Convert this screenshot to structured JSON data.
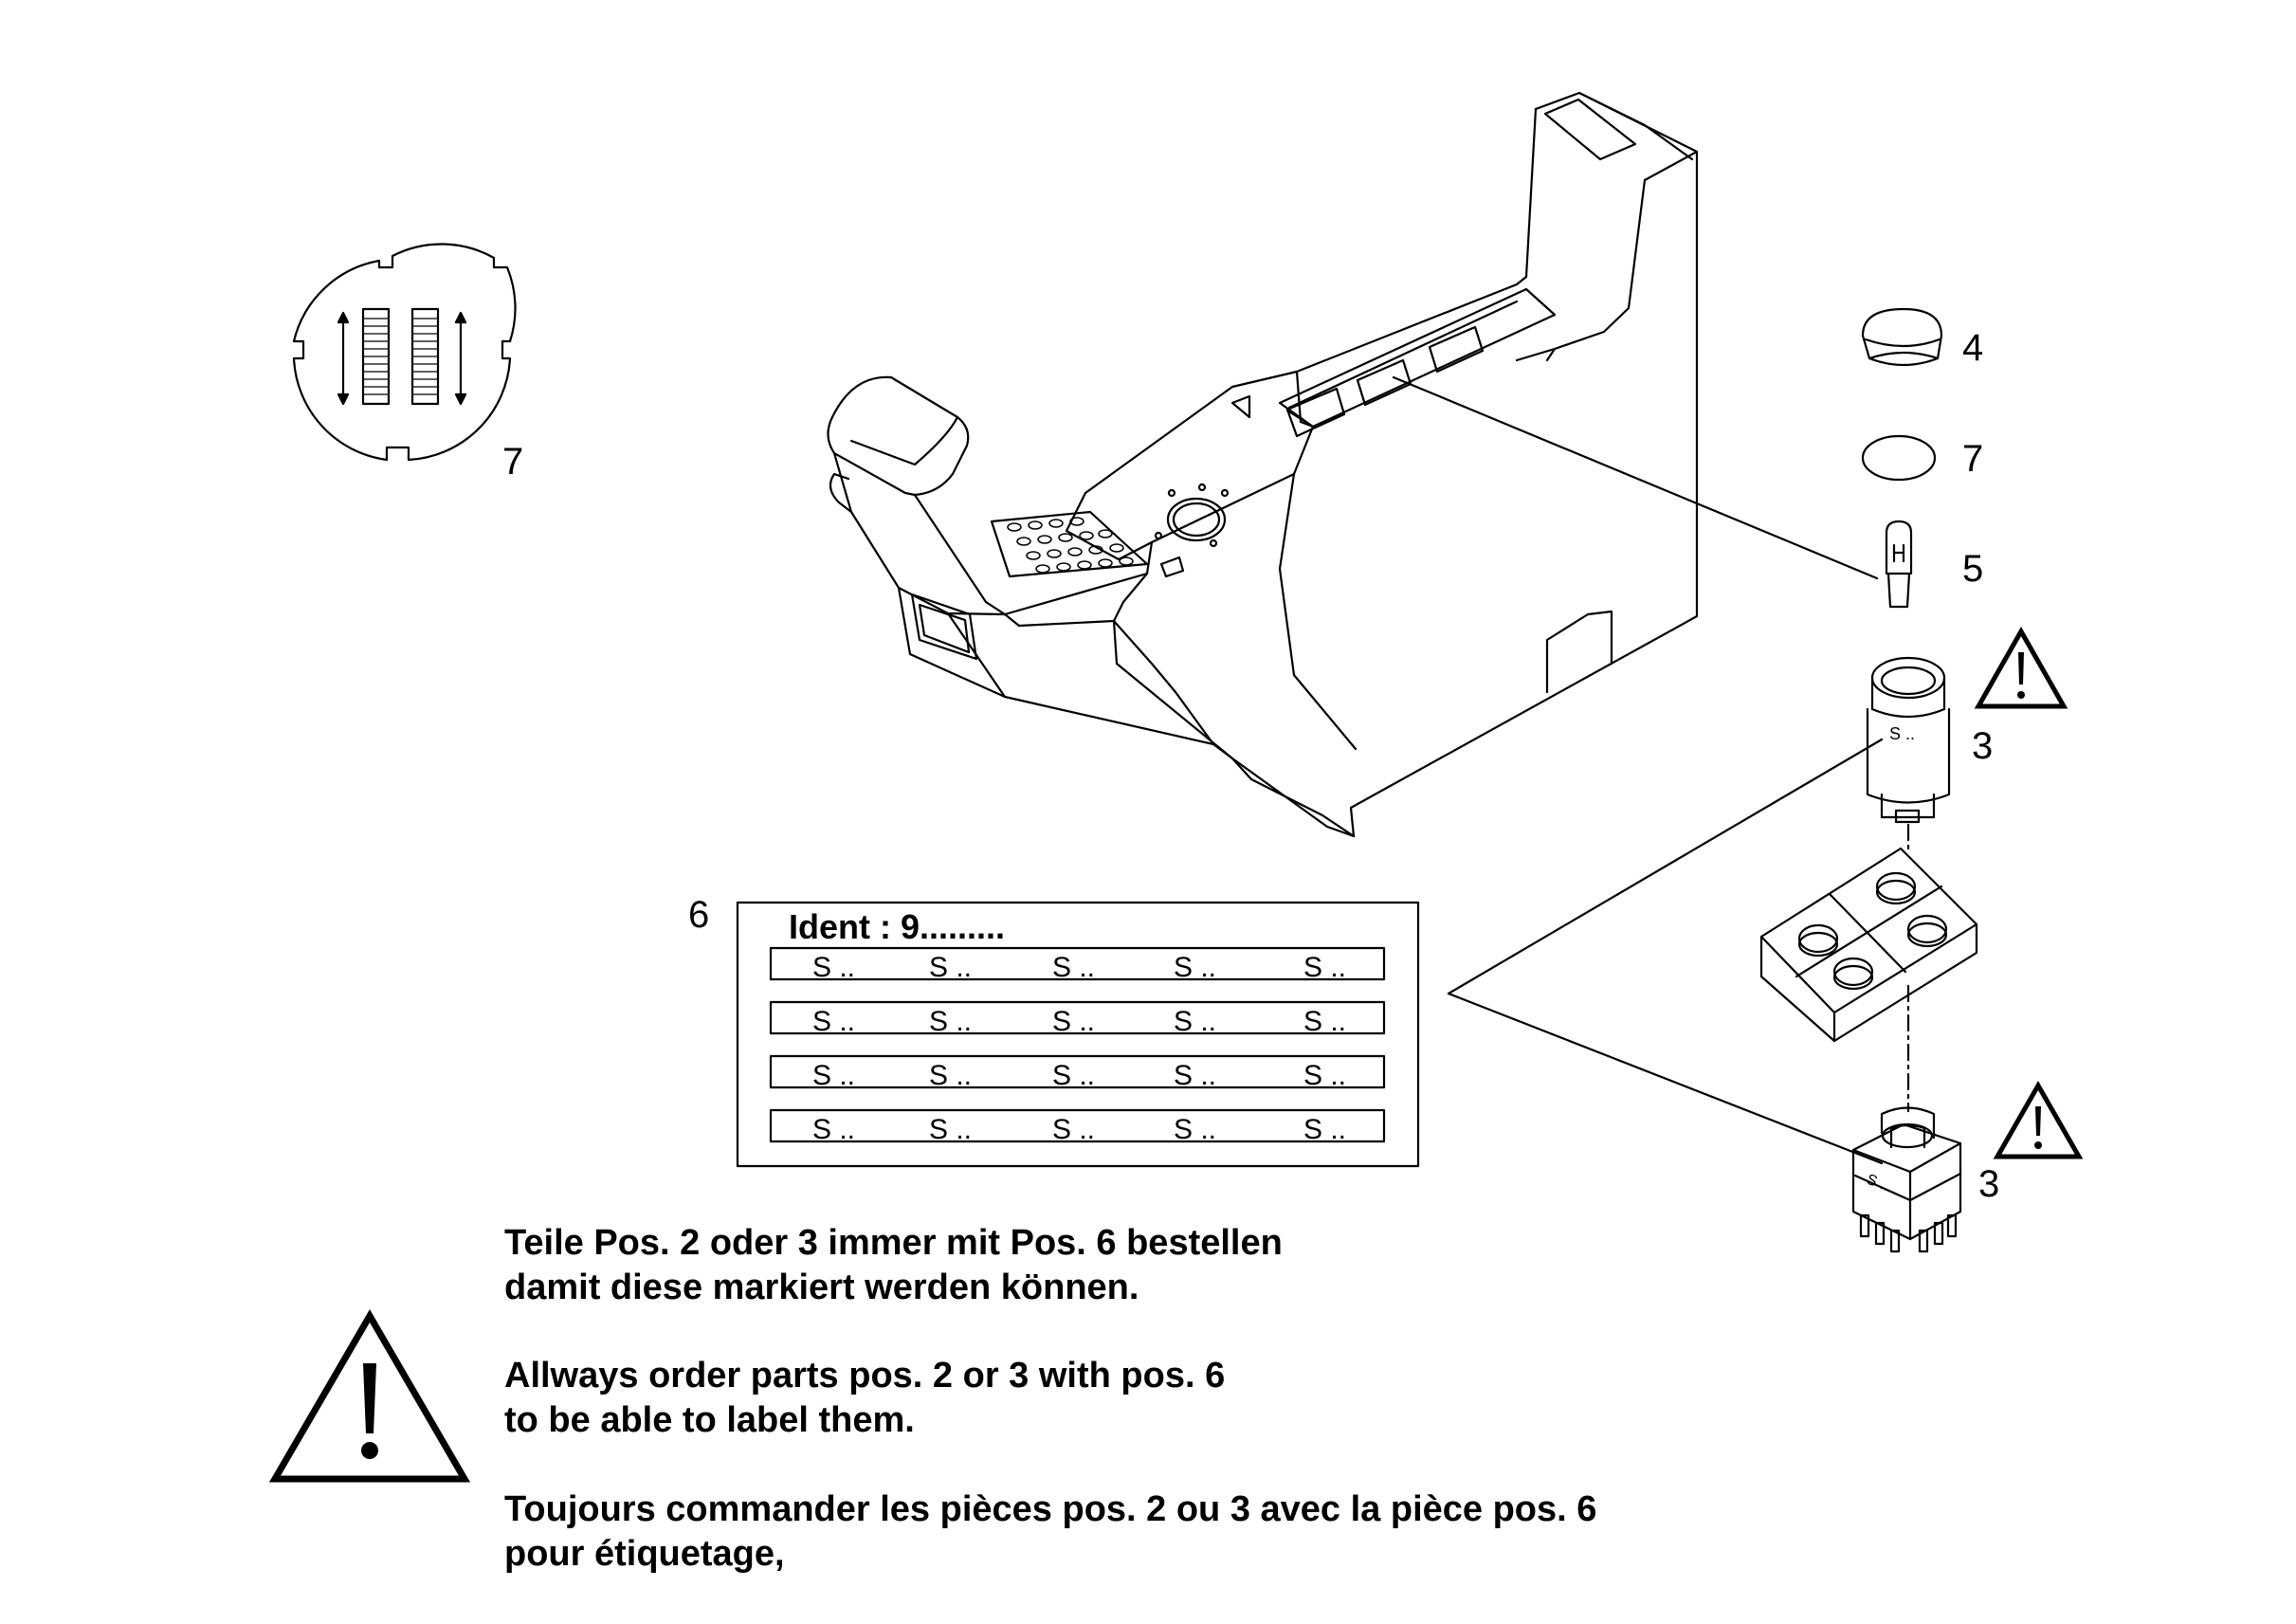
{
  "callouts": {
    "label_7_top": "7",
    "label_4": "4",
    "label_7_right": "7",
    "label_5": "5",
    "label_3_upper": "3",
    "label_3_lower": "3",
    "label_6": "6"
  },
  "switch_face": {
    "text_upper": "S ..",
    "text_lower": "S ...."
  },
  "label_sheet": {
    "ident": "Ident : 9.........",
    "rows": [
      [
        "S ..",
        "S ..",
        "S ..",
        "S ..",
        "S .."
      ],
      [
        "S ..",
        "S ..",
        "S ..",
        "S ..",
        "S .."
      ],
      [
        "S ..",
        "S ..",
        "S ..",
        "S ..",
        "S .."
      ],
      [
        "S ..",
        "S ..",
        "S ..",
        "S ..",
        "S .."
      ]
    ]
  },
  "notes": {
    "de": [
      "Teile Pos. 2 oder 3 immer mit Pos. 6 bestellen",
      "damit diese markiert werden können."
    ],
    "en": [
      "Allways order parts pos. 2 or 3 with pos. 6",
      "to be able to label them."
    ],
    "fr": [
      "Toujours commander les pièces pos. 2 ou 3 avec la pièce pos. 6",
      "pour étiquetage,"
    ]
  }
}
